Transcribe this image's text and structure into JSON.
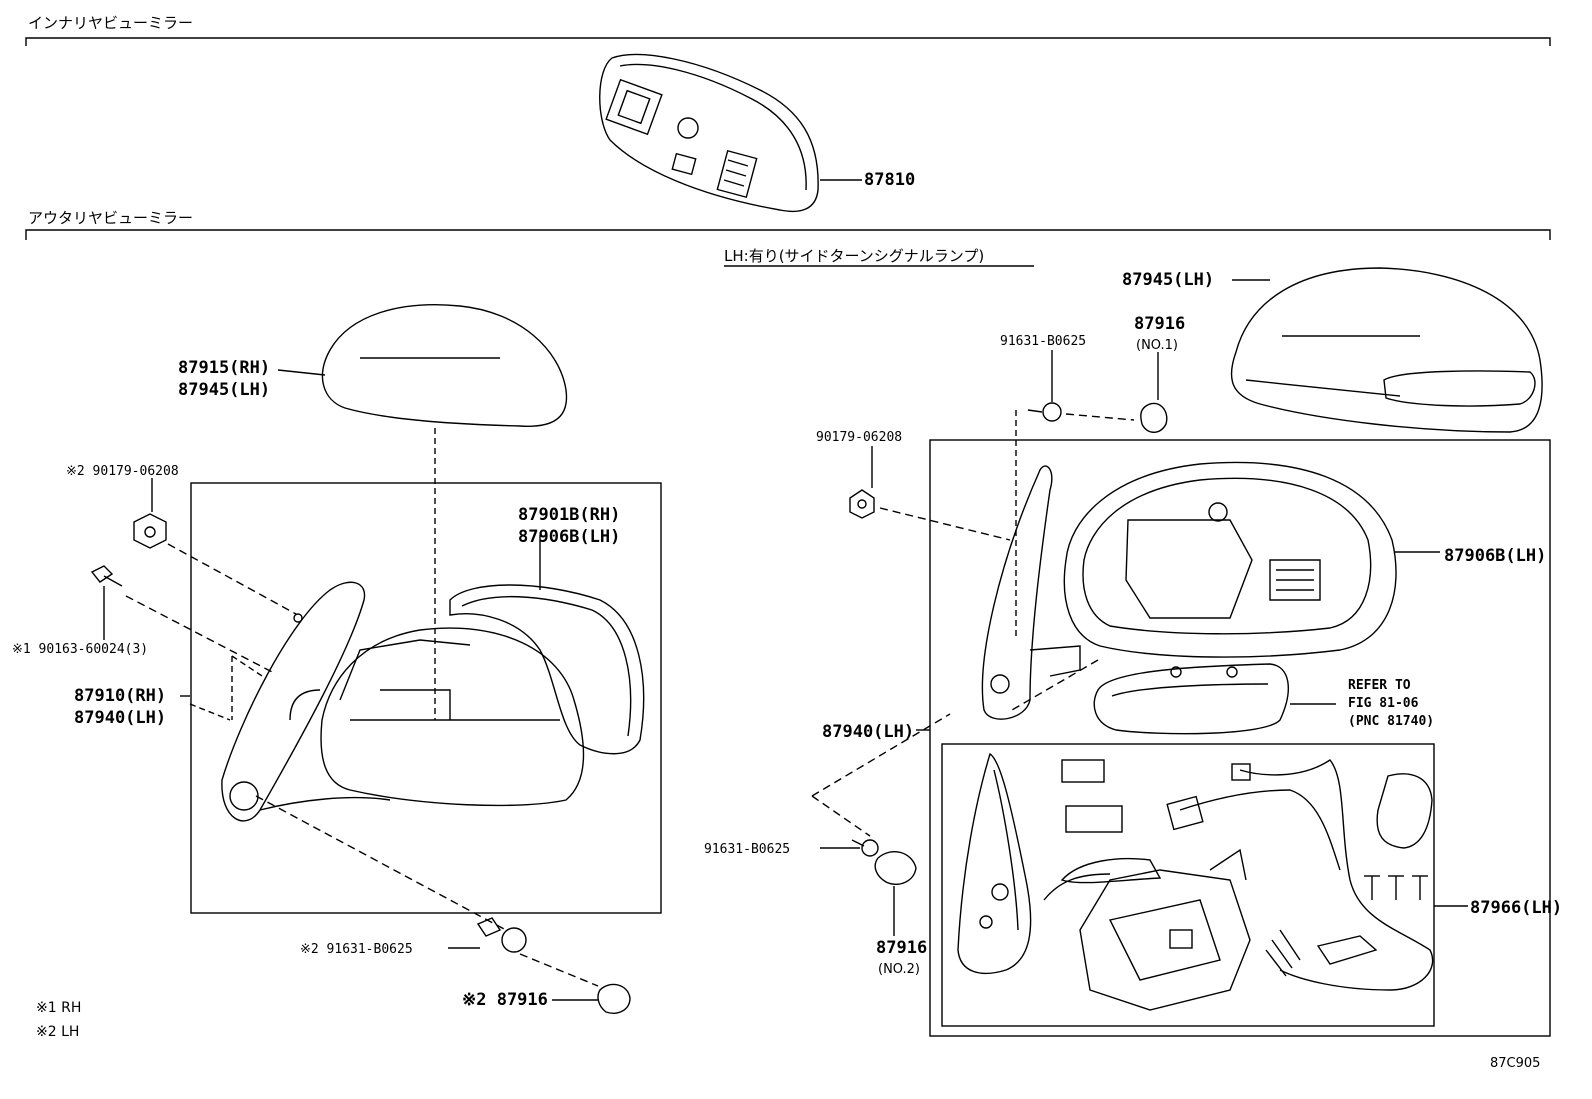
{
  "sections": {
    "inner": "インナリヤビューミラー",
    "outer": "アウタリヤビューミラー"
  },
  "variant_note": "LH:有り(サイドターンシグナルランプ)",
  "labels": {
    "p87810": "87810",
    "p87915": "87915(RH)",
    "p87945a": "87945(LH)",
    "p90179a": "※2 90179-06208",
    "p90163": "※1 90163-60024(3)",
    "p87901": "87901B(RH)",
    "p87906a": "87906B(LH)",
    "p87910": "87910(RH)",
    "p87940a": "87940(LH)",
    "p91631a": "※2 91631-B0625",
    "p87916a": "※2 87916",
    "p87945b": "87945(LH)",
    "p91631b": "91631-B0625",
    "p87916b": "87916",
    "p87916b_sub": "(NO.1)",
    "p90179b": "90179-06208",
    "p87906b": "87906B(LH)",
    "refer1": "REFER TO",
    "refer2": "FIG 81-06",
    "refer3": "(PNC 81740)",
    "p87940b": "87940(LH)",
    "p91631c": "91631-B0625",
    "p87916c": "87916",
    "p87916c_sub": "(NO.2)",
    "p87966": "87966(LH)"
  },
  "legend": {
    "l1": "※1 RH",
    "l2": "※2 LH"
  },
  "figure_code": "87C905"
}
